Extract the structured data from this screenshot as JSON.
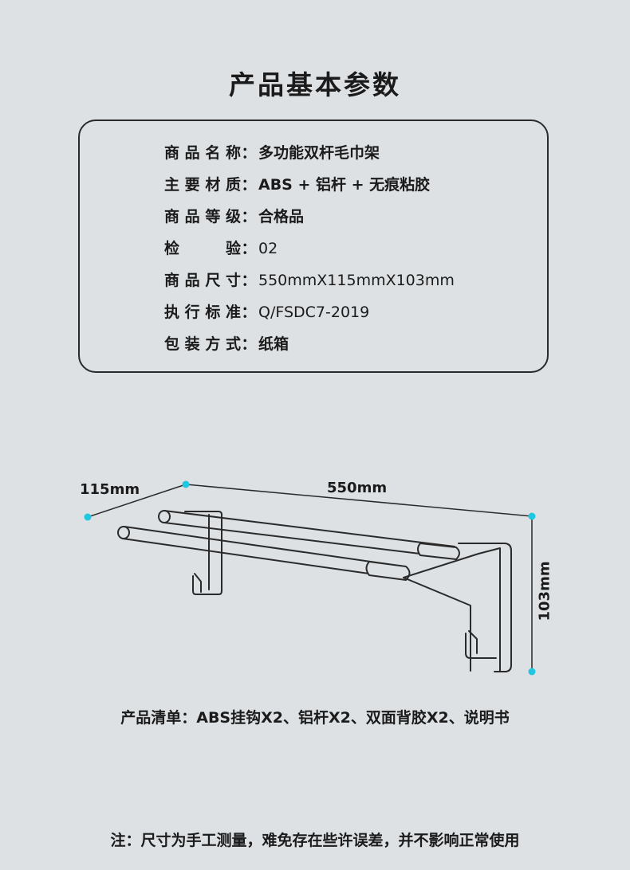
{
  "title": "产品基本参数",
  "specs": [
    {
      "label": "商品名称",
      "colon": "：",
      "value": "多功能双杆毛巾架"
    },
    {
      "label": "主要材质",
      "colon": "：",
      "value": "ABS + 铝杆 + 无痕粘胶"
    },
    {
      "label": "商品等级",
      "colon": "：",
      "value": "合格品"
    },
    {
      "label": "检验",
      "colon": "：",
      "value": "02"
    },
    {
      "label": "商品尺寸",
      "colon": "：",
      "value": "550mmX115mmX103mm"
    },
    {
      "label": "执行标准",
      "colon": "：",
      "value": "Q/FSDC7-2019"
    },
    {
      "label": "包装方式",
      "colon": "：",
      "value": "纸箱"
    }
  ],
  "dimensions": {
    "depth": "115mm",
    "length": "550mm",
    "height": "103mm"
  },
  "accent_color": "#1fc7e0",
  "contents": "产品清单：ABS挂钩X2、铝杆X2、双面背胶X2、说明书",
  "note": "注：尺寸为手工测量，难免存在些许误差，并不影响正常使用"
}
